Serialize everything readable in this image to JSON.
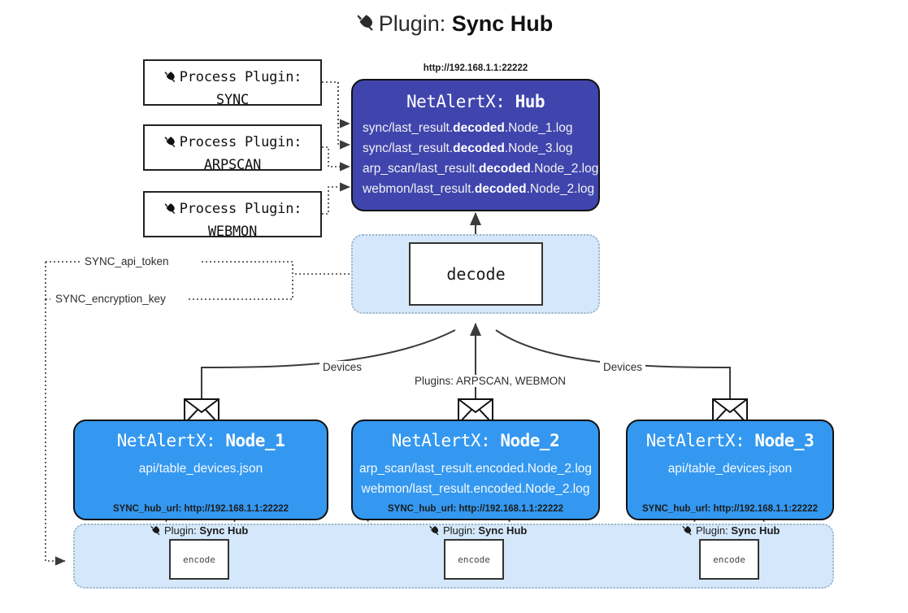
{
  "title": {
    "icon": "plug-icon",
    "prefix": "Plugin: ",
    "name": "Sync Hub"
  },
  "process_plugins": [
    {
      "icon": "plug-icon",
      "line1": "Process Plugin:",
      "line2": "SYNC"
    },
    {
      "icon": "plug-icon",
      "line1": "Process Plugin:",
      "line2": "ARPSCAN"
    },
    {
      "icon": "plug-icon",
      "line1": "Process Plugin:",
      "line2": "WEBMON"
    }
  ],
  "hub": {
    "url": "http://192.168.1.1:22222",
    "title_prefix": "NetAlertX: ",
    "title_name": "Hub",
    "lines": [
      {
        "pre": "sync/last_result.",
        "bold": "decoded",
        "post": ".Node_1.log"
      },
      {
        "pre": "sync/last_result.",
        "bold": "decoded",
        "post": ".Node_3.log"
      },
      {
        "pre": "arp_scan/last_result.",
        "bold": "decoded",
        "post": ".Node_2.log"
      },
      {
        "pre": "webmon/last_result.",
        "bold": "decoded",
        "post": ".Node_2.log"
      }
    ]
  },
  "decode": {
    "label": "decode"
  },
  "secrets": [
    {
      "label": "SYNC_api_token"
    },
    {
      "label": "SYNC_encryption_key"
    }
  ],
  "edge_labels": {
    "devices_left": "Devices",
    "devices_right": "Devices",
    "plugins_center": "Plugins: ARPSCAN, WEBMON"
  },
  "nodes": [
    {
      "title_prefix": "NetAlertX: ",
      "title_name": "Node_1",
      "lines": [
        "api/table_devices.json"
      ],
      "footer": "SYNC_hub_url: http://192.168.1.1:22222",
      "mail_icon": "envelope-icon"
    },
    {
      "title_prefix": "NetAlertX: ",
      "title_name": "Node_2",
      "lines": [
        "arp_scan/last_result.encoded.Node_2.log",
        "webmon/last_result.encoded.Node_2.log"
      ],
      "footer": "SYNC_hub_url: http://192.168.1.1:22222",
      "mail_icon": "envelope-icon"
    },
    {
      "title_prefix": "NetAlertX: ",
      "title_name": "Node_3",
      "lines": [
        "api/table_devices.json"
      ],
      "footer": "SYNC_hub_url: http://192.168.1.1:22222",
      "mail_icon": "envelope-icon"
    }
  ],
  "encoders": [
    {
      "icon": "plug-icon",
      "label_prefix": "Plugin: ",
      "label_name": "Sync Hub",
      "box": "encode"
    },
    {
      "icon": "plug-icon",
      "label_prefix": "Plugin: ",
      "label_name": "Sync Hub",
      "box": "encode"
    },
    {
      "icon": "plug-icon",
      "label_prefix": "Plugin: ",
      "label_name": "Sync Hub",
      "box": "encode"
    }
  ],
  "colors": {
    "hub_fill": "#4045ad",
    "node_fill": "#3498f0",
    "container_fill": "#d5e8fb",
    "container_border": "#9fb4c6",
    "edge": "#3b3b3b",
    "page_bg": "#ffffff"
  }
}
